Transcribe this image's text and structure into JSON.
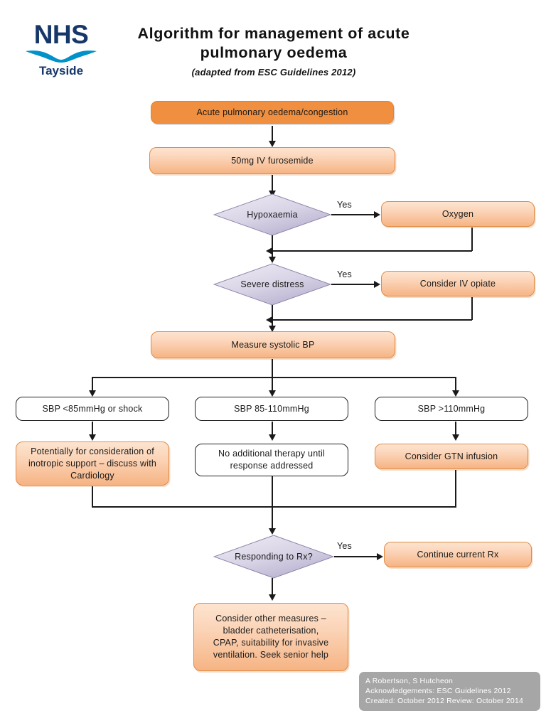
{
  "header": {
    "logo": {
      "nhs": "NHS",
      "region": "Tayside",
      "brand_color": "#17376b",
      "wave_color": "#0092c8"
    },
    "title": "Algorithm for management of acute pulmonary oedema",
    "title_line1": "Algorithm for management of acute",
    "title_line2": "pulmonary oedema",
    "subtitle": "(adapted from ESC Guidelines 2012)"
  },
  "palette": {
    "orange_solid": "#f08f3f",
    "orange_gradient_top": "#fde4d0",
    "orange_gradient_bottom": "#f6b484",
    "orange_border": "#e08b44",
    "diamond_light": "#efedf5",
    "diamond_dark": "#bdb6d2",
    "diamond_border": "#8d85ab",
    "line": "#1a1a1a",
    "credits_bg": "#a6a6a6"
  },
  "chart_data": {
    "type": "flowchart",
    "title": "Algorithm for management of acute pulmonary oedema",
    "nodes": [
      {
        "id": "n1",
        "kind": "start",
        "label": "Acute pulmonary oedema/congestion"
      },
      {
        "id": "n2",
        "kind": "process",
        "label": "50mg IV furosemide"
      },
      {
        "id": "d1",
        "kind": "decision",
        "label": "Hypoxaemia"
      },
      {
        "id": "n3",
        "kind": "process",
        "label": "Oxygen"
      },
      {
        "id": "d2",
        "kind": "decision",
        "label": "Severe distress"
      },
      {
        "id": "n4",
        "kind": "process",
        "label": "Consider IV opiate"
      },
      {
        "id": "n5",
        "kind": "process",
        "label": "Measure systolic BP"
      },
      {
        "id": "b1",
        "kind": "branch",
        "label": "SBP <85mmHg or shock"
      },
      {
        "id": "b2",
        "kind": "branch",
        "label": "SBP 85-110mmHg"
      },
      {
        "id": "b3",
        "kind": "branch",
        "label": "SBP >110mmHg"
      },
      {
        "id": "t1",
        "kind": "process",
        "label": "Potentially for consideration of inotropic support – discuss with Cardiology"
      },
      {
        "id": "t2",
        "kind": "plain",
        "label": "No additional therapy until response addressed"
      },
      {
        "id": "t3",
        "kind": "process",
        "label": "Consider GTN infusion"
      },
      {
        "id": "d3",
        "kind": "decision",
        "label": "Responding to Rx?"
      },
      {
        "id": "n6",
        "kind": "process",
        "label": "Continue current Rx"
      },
      {
        "id": "n7",
        "kind": "process",
        "label": "Consider other measures – bladder catheterisation, CPAP, suitability for invasive ventilation.  Seek senior help"
      }
    ],
    "edges": [
      {
        "from": "n1",
        "to": "n2",
        "label": ""
      },
      {
        "from": "n2",
        "to": "d1",
        "label": ""
      },
      {
        "from": "d1",
        "to": "n3",
        "label": "Yes"
      },
      {
        "from": "n3",
        "to": "d2",
        "label": ""
      },
      {
        "from": "d1",
        "to": "d2",
        "label": ""
      },
      {
        "from": "d2",
        "to": "n4",
        "label": "Yes"
      },
      {
        "from": "n4",
        "to": "n5",
        "label": ""
      },
      {
        "from": "d2",
        "to": "n5",
        "label": ""
      },
      {
        "from": "n5",
        "to": "b1",
        "label": ""
      },
      {
        "from": "n5",
        "to": "b2",
        "label": ""
      },
      {
        "from": "n5",
        "to": "b3",
        "label": ""
      },
      {
        "from": "b1",
        "to": "t1",
        "label": ""
      },
      {
        "from": "b2",
        "to": "t2",
        "label": ""
      },
      {
        "from": "b3",
        "to": "t3",
        "label": ""
      },
      {
        "from": "t1",
        "to": "d3",
        "label": ""
      },
      {
        "from": "t2",
        "to": "d3",
        "label": ""
      },
      {
        "from": "t3",
        "to": "d3",
        "label": ""
      },
      {
        "from": "d3",
        "to": "n6",
        "label": "Yes"
      },
      {
        "from": "d3",
        "to": "n7",
        "label": ""
      }
    ]
  },
  "nodes": {
    "acute_oedema": "Acute pulmonary oedema/congestion",
    "furosemide": "50mg IV furosemide",
    "hypoxaemia": "Hypoxaemia",
    "oxygen": "Oxygen",
    "severe_distress": "Severe distress",
    "iv_opiate": "Consider IV opiate",
    "measure_bp": "Measure systolic BP",
    "sbp_low": "SBP <85mmHg or shock",
    "sbp_mid": "SBP 85-110mmHg",
    "sbp_high": "SBP >110mmHg",
    "inotropic_line1": "Potentially for consideration of",
    "inotropic_line2": "inotropic support – discuss with",
    "inotropic_line3": "Cardiology",
    "no_therapy_line1": "No additional therapy until",
    "no_therapy_line2": "response addressed",
    "gtn": "Consider GTN infusion",
    "responding": "Responding to Rx?",
    "continue_rx": "Continue current Rx",
    "other_line1": "Consider other measures –",
    "other_line2": "bladder catheterisation,",
    "other_line3": "CPAP, suitability for invasive",
    "other_line4": "ventilation.  Seek senior help"
  },
  "edge_labels": {
    "yes_hypoxaemia": "Yes",
    "yes_distress": "Yes",
    "yes_responding": "Yes"
  },
  "credits": {
    "authors": "A Robertson, S Hutcheon",
    "acknowledgements": "Acknowledgements: ESC Guidelines 2012",
    "dates": "Created: October 2012   Review: October 2014"
  }
}
